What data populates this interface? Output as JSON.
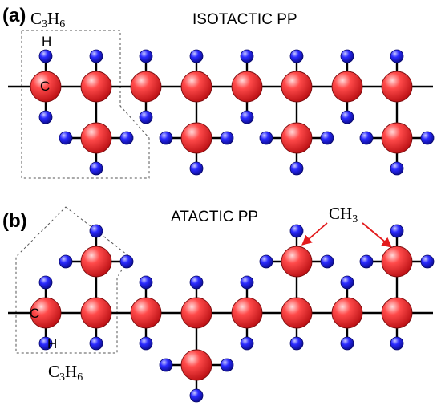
{
  "panel_a": {
    "label": "(a)",
    "title": "ISOTACTIC PP",
    "formula": {
      "base": "C",
      "sub": "3",
      "base2": "H",
      "sub2": "6"
    },
    "atom_labels": {
      "hydrogen": "H",
      "carbon": "C"
    }
  },
  "panel_b": {
    "label": "(b)",
    "title": "ATACTIC PP",
    "formula": {
      "base": "C",
      "sub": "3",
      "base2": "H",
      "sub2": "6"
    },
    "methyl_label": {
      "base": "CH",
      "sub": "3"
    },
    "atom_labels": {
      "carbon": "C",
      "hydrogen": "H"
    }
  },
  "colors": {
    "carbon": "#e8262a",
    "hydrogen": "#1f1fd0",
    "bond": "#000000",
    "arrow": "#e31a1c"
  }
}
